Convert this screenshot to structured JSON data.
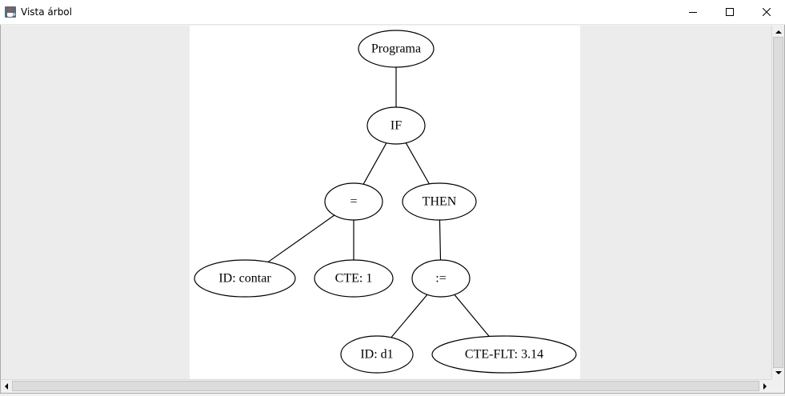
{
  "window": {
    "title": "Vista árbol",
    "icon": "java-cup-icon",
    "controls": [
      "minimize-icon",
      "maximize-icon",
      "close-icon"
    ]
  },
  "tree": {
    "nodes": [
      {
        "id": "n_programa",
        "label": "Programa"
      },
      {
        "id": "n_if",
        "label": "IF"
      },
      {
        "id": "n_eq",
        "label": "="
      },
      {
        "id": "n_then",
        "label": "THEN"
      },
      {
        "id": "n_id_contar",
        "label": "ID: contar"
      },
      {
        "id": "n_cte1",
        "label": "CTE: 1"
      },
      {
        "id": "n_assign",
        "label": ":="
      },
      {
        "id": "n_id_d1",
        "label": "ID: d1"
      },
      {
        "id": "n_cteflt",
        "label": "CTE-FLT: 3.14"
      }
    ],
    "edges": [
      [
        "n_programa",
        "n_if"
      ],
      [
        "n_if",
        "n_eq"
      ],
      [
        "n_if",
        "n_then"
      ],
      [
        "n_eq",
        "n_id_contar"
      ],
      [
        "n_eq",
        "n_cte1"
      ],
      [
        "n_then",
        "n_assign"
      ],
      [
        "n_assign",
        "n_id_d1"
      ],
      [
        "n_assign",
        "n_cteflt"
      ]
    ]
  },
  "colors": {
    "canvas": "#ffffff",
    "viewport": "#ececec",
    "stroke": "#000000"
  }
}
